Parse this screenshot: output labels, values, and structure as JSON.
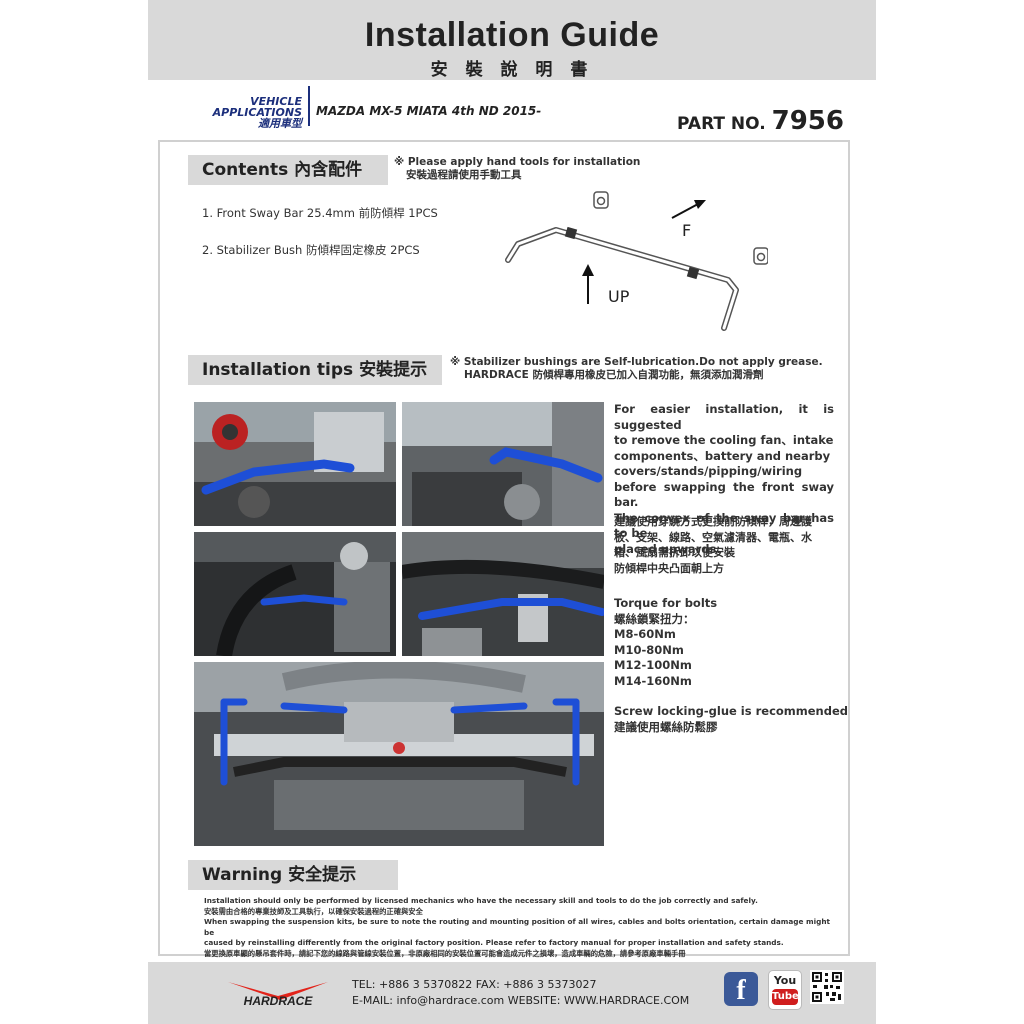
{
  "header": {
    "title": "Installation Guide",
    "subtitle": "安 裝 說 明 書"
  },
  "vehicle": {
    "label_en": "VEHICLE APPLICATIONS",
    "label_cn": "適用車型",
    "model": "MAZDA MX-5 MIATA 4th ND 2015-"
  },
  "part": {
    "label": "PART NO.",
    "number": "7956"
  },
  "contents": {
    "title": "Contents 內含配件",
    "note_en": "※ Please apply hand tools for installation",
    "note_cn": "安裝過程請使用手動工具",
    "items": [
      "1. Front Sway Bar 25.4mm 前防傾桿 1PCS",
      "2. Stabilizer Bush 防傾桿固定橡皮 2PCS"
    ],
    "diagram": {
      "label_f": "F",
      "label_up": "UP"
    }
  },
  "tips": {
    "title": "Installation tips 安裝提示",
    "note_en": "※ Stabilizer bushings are Self-lubrication.Do not apply grease.",
    "note_cn": "HARDRACE 防傾桿專用橡皮已加入自潤功能，無須添加潤滑劑",
    "para_en": [
      "For easier installation, it is suggested",
      "to remove the cooling fan、intake",
      "components、battery and nearby",
      "covers/stands/pipping/wiring",
      "before swapping the front sway bar.",
      "The convex of the sway bar has to be",
      "placed upwards."
    ],
    "para_cn": [
      "建議使用穿繞方式更換前防傾桿，周邊護",
      "板、支架、線路、空氣濾清器、電瓶、水",
      "箱、風扇需拆卸以便安裝",
      "防傾桿中央凸面朝上方"
    ],
    "torque_title": "Torque for  bolts",
    "torque_cn": "螺絲鎖緊扭力：",
    "torque_values": [
      "M8-60Nm",
      "M10-80Nm",
      "M12-100Nm",
      "M14-160Nm"
    ],
    "glue_en": "Screw locking-glue is recommended",
    "glue_cn": "建議使用螺絲防鬆膠"
  },
  "warning": {
    "title": "Warning 安全提示",
    "lines": [
      "Installation should only be performed by licensed mechanics who have the necessary skill and tools to do the job correctly and safely.",
      "安裝需由合格的專業技師及工具執行，以確保安裝過程的正確與安全",
      "When swapping the suspension kits, be sure to note the routing and mounting position of all wires, cables and bolts orientation, certain damage might be",
      "caused by reinstalling differently from the original factory position. Please refer to factory manual for proper installation and safety stands.",
      "當更換原車顯的懸吊套件時，請記下您的線路與管線安裝位置，非原廠相同的安裝位置可能會造成元件之損壞，造成車輛的危險，請參考原廠車輛手冊"
    ]
  },
  "footer": {
    "brand": "HARDRACE",
    "line1": "TEL: +886 3 5370822   FAX: +886 3 5373027",
    "line2": "E-MAIL: info@hardrace.com   WEBSITE: WWW.HARDRACE.COM",
    "facebook": "f",
    "youtube_top": "You",
    "youtube_bottom": "Tube"
  }
}
